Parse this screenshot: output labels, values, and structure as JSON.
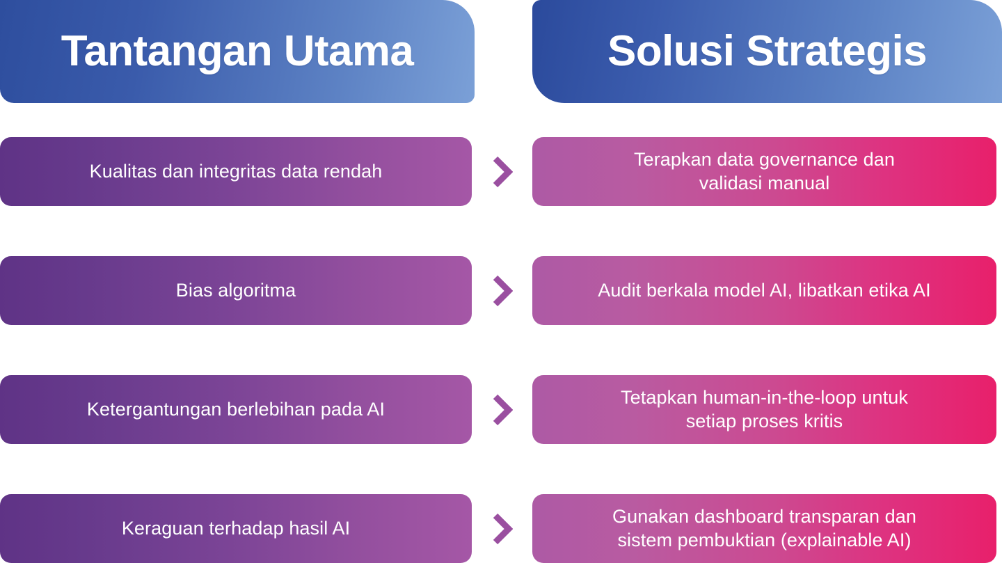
{
  "slide": {
    "background_color": "#ffffff",
    "headers": {
      "left": {
        "title": "Tantangan Utama",
        "gradient_from": "#2e4e9e",
        "gradient_to": "#7ba0d7"
      },
      "right": {
        "title": "Solusi Strategis",
        "gradient_from": "#2b4a9c",
        "gradient_to": "#7ba0d7"
      }
    },
    "colors": {
      "challenge_gradient_from": "#5f3386",
      "challenge_gradient_to": "#a557a6",
      "solution_gradient_from": "#ad5aa5",
      "solution_gradient_to": "#e8206b",
      "chevron": "#9a4fa0",
      "text": "#ffffff"
    },
    "rows": [
      {
        "challenge": "Kualitas dan integritas data rendah",
        "arrow": "chevron-right-icon",
        "solution": "Terapkan data governance dan\nvalidasi manual"
      },
      {
        "challenge": "Bias algoritma",
        "arrow": "chevron-right-icon",
        "solution": "Audit berkala model AI, libatkan etika AI"
      },
      {
        "challenge": "Ketergantungan berlebihan pada AI",
        "arrow": "chevron-right-icon",
        "solution": "Tetapkan human-in-the-loop untuk\nsetiap proses kritis"
      },
      {
        "challenge": "Keraguan terhadap hasil AI",
        "arrow": "chevron-right-icon",
        "solution": "Gunakan dashboard transparan dan\nsistem pembuktian (explainable AI)"
      }
    ]
  }
}
